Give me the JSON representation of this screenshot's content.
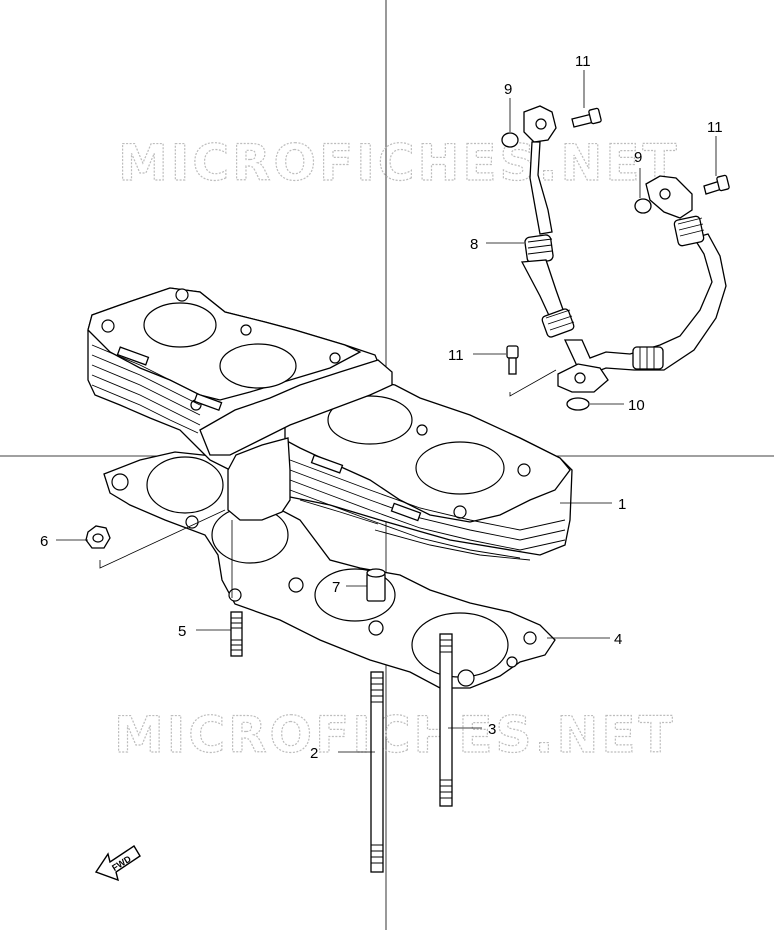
{
  "watermark": "MICROFICHES.NET",
  "fwd_label": "FWD",
  "callouts": {
    "c1": "1",
    "c2": "2",
    "c3": "3",
    "c4": "4",
    "c5": "5",
    "c6": "6",
    "c7": "7",
    "c8": "8",
    "c9a": "9",
    "c9b": "9",
    "c10": "10",
    "c11a": "11",
    "c11b": "11",
    "c11c": "11"
  }
}
